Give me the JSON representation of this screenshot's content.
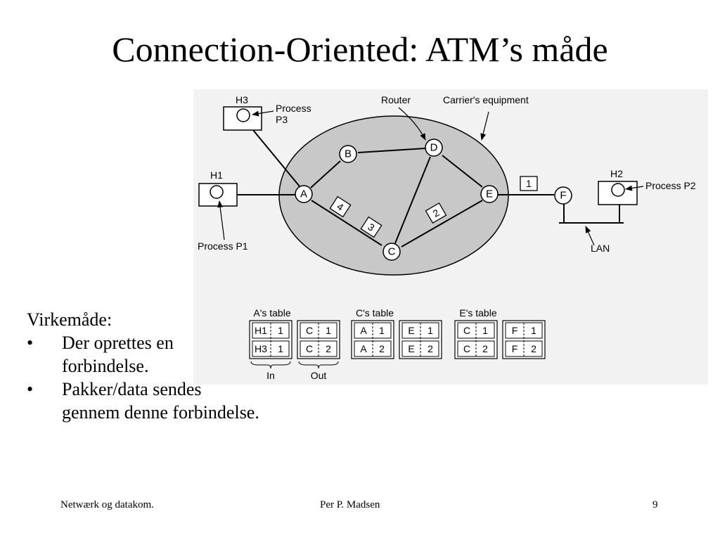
{
  "slide": {
    "title": "Connection-Oriented: ATM’s måde",
    "intro": "Virkemåde:",
    "bullets": [
      {
        "mark": "•",
        "text": "Der oprettes en",
        "text2": "forbindelse."
      },
      {
        "mark": "•",
        "text": "Pakker/data sendes",
        "text2": "gennem denne forbindelse."
      }
    ]
  },
  "diagram": {
    "hosts": {
      "h1": "H1",
      "h2": "H2",
      "h3": "H3"
    },
    "processes": {
      "p1": "Process P1",
      "p2": "Process P2",
      "p3_line1": "Process",
      "p3_line2": "P3"
    },
    "router_label": "Router",
    "carrier_label": "Carrier's equipment",
    "lan_label": "LAN",
    "nodes": {
      "a": "A",
      "b": "B",
      "c": "C",
      "d": "D",
      "e": "E",
      "f": "F"
    },
    "packets": {
      "p1": "1",
      "p2": "2",
      "p3": "3",
      "p4": "4"
    },
    "tables": [
      {
        "title": "A's table",
        "rows": [
          {
            "in_node": "H1",
            "in_vc": "1",
            "out_node": "C",
            "out_vc": "1"
          },
          {
            "in_node": "H3",
            "in_vc": "1",
            "out_node": "C",
            "out_vc": "2"
          }
        ]
      },
      {
        "title": "C's table",
        "rows": [
          {
            "in_node": "A",
            "in_vc": "1",
            "out_node": "E",
            "out_vc": "1"
          },
          {
            "in_node": "A",
            "in_vc": "2",
            "out_node": "E",
            "out_vc": "2"
          }
        ]
      },
      {
        "title": "E's table",
        "rows": [
          {
            "in_node": "C",
            "in_vc": "1",
            "out_node": "F",
            "out_vc": "1"
          },
          {
            "in_node": "C",
            "in_vc": "2",
            "out_node": "F",
            "out_vc": "2"
          }
        ]
      }
    ],
    "in_label": "In",
    "out_label": "Out"
  },
  "footer": {
    "left": "Netwærk og datakom.",
    "center": "Per P. Madsen",
    "right": "9"
  },
  "colors": {
    "cloud_fill": "#c8c8c8",
    "figure_bg": "#f2f2f2",
    "text": "#000000"
  }
}
